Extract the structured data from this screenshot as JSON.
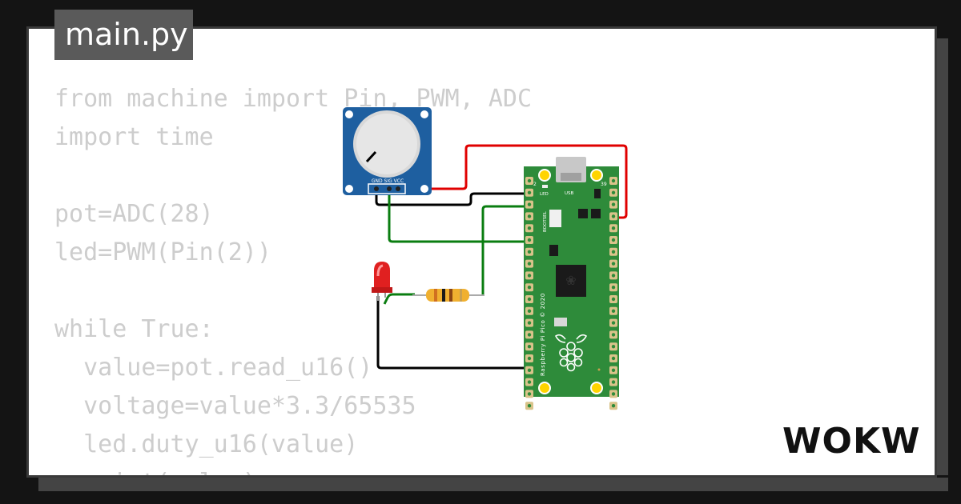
{
  "editor": {
    "filename": "main.py",
    "code_lines": [
      "from machine import Pin, PWM, ADC",
      "import time",
      "",
      "pot=ADC(28)",
      "led=PWM(Pin(2))",
      "",
      "while True:",
      "  value=pot.read_u16()",
      "  voltage=value*3.3/65535",
      "  led.duty_u16(value)",
      "  print(value)"
    ]
  },
  "circuit": {
    "potentiometer": {
      "pin_labels": "GND SIG VCC"
    },
    "pico": {
      "board_label": "Raspberry Pi Pico © 2020",
      "led_label": "LED",
      "usb_label": "USB",
      "bootsel_label": "BOOTSEL",
      "pin_marker_left": "2",
      "pin_marker_right": "39"
    },
    "colors": {
      "wire_red": "#e00000",
      "wire_black": "#000000",
      "wire_green": "#0a7d10",
      "pico_green": "#2e8b3a",
      "pot_blue": "#1e5fa0",
      "led_red": "#e02020"
    }
  },
  "brand": {
    "logo": "WOKWi"
  }
}
